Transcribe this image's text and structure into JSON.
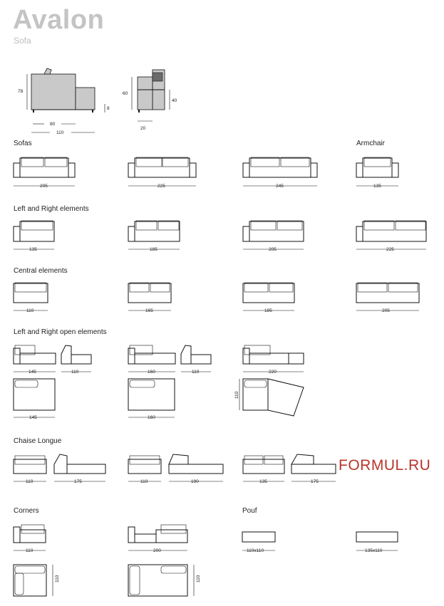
{
  "header": {
    "title": "Avalon",
    "subtitle": "Sofa"
  },
  "watermark": "FORMUL.RU",
  "side_view": {
    "height": "78",
    "seat_depth": "80",
    "depth": "110",
    "leg": "8"
  },
  "front_view": {
    "back": "60",
    "seat": "40",
    "arm": "20"
  },
  "sections": {
    "sofas": "Sofas",
    "armchair": "Armchair",
    "left_right": "Left and Right elements",
    "central": "Central elements",
    "open": "Left and Right open elements",
    "chaise": "Chaise Longue",
    "corners": "Corners",
    "pouf": "Pouf"
  },
  "dims": {
    "sofas": [
      "205",
      "225",
      "245"
    ],
    "armchair": "135",
    "left_right": [
      "135",
      "185",
      "205",
      "225"
    ],
    "central": [
      "110",
      "165",
      "185",
      "205"
    ],
    "open": [
      "145",
      "110",
      "160",
      "110",
      "220"
    ],
    "open_plan": [
      "145",
      "160",
      "110"
    ],
    "chaise": [
      "110",
      "175",
      "110",
      "190",
      "135",
      "175"
    ],
    "corners": [
      "110",
      "200",
      "110",
      "110"
    ],
    "pouf": [
      "110x110",
      "135x110"
    ]
  }
}
